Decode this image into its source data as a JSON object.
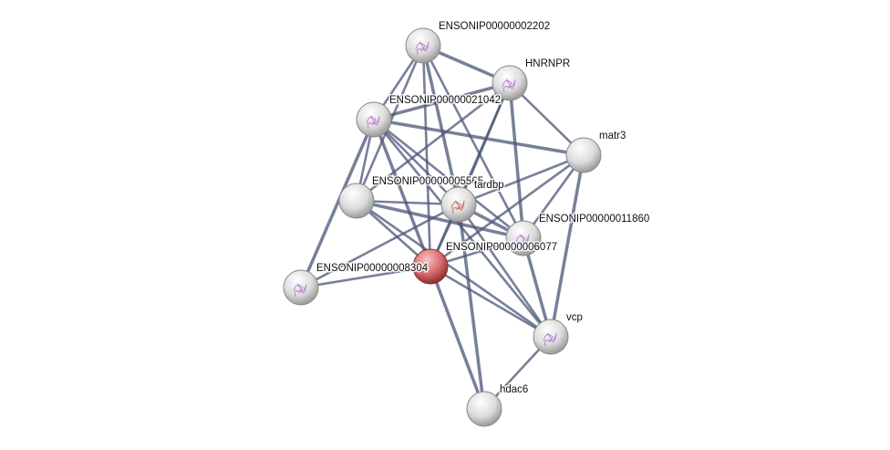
{
  "network": {
    "nodes": [
      {
        "id": "ENSONIP00000002202",
        "label": "ENSONIP00000002202",
        "query": false,
        "structure": true
      },
      {
        "id": "HNRNPR",
        "label": "HNRNPR",
        "query": false,
        "structure": true
      },
      {
        "id": "ENSONIP00000021042",
        "label": "ENSONIP00000021042",
        "query": false,
        "structure": true
      },
      {
        "id": "matr3",
        "label": "matr3",
        "query": false,
        "structure": false
      },
      {
        "id": "ENSONIP00000005565",
        "label": "ENSONIP00000005565",
        "query": false,
        "structure": false
      },
      {
        "id": "tardbp",
        "label": "tardbp",
        "query": false,
        "structure": true
      },
      {
        "id": "ENSONIP00000011860",
        "label": "ENSONIP00000011860",
        "query": false,
        "structure": true
      },
      {
        "id": "ENSONIP00000006077",
        "label": "ENSONIP00000006077",
        "query": true,
        "structure": false
      },
      {
        "id": "ENSONIP00000008304",
        "label": "ENSONIP00000008304",
        "query": false,
        "structure": true
      },
      {
        "id": "vcp",
        "label": "vcp",
        "query": false,
        "structure": true
      },
      {
        "id": "hdac6",
        "label": "hdac6",
        "query": false,
        "structure": false
      }
    ],
    "edges": [
      [
        "ENSONIP00000002202",
        "HNRNPR"
      ],
      [
        "ENSONIP00000002202",
        "ENSONIP00000021042"
      ],
      [
        "ENSONIP00000002202",
        "ENSONIP00000005565"
      ],
      [
        "ENSONIP00000002202",
        "tardbp"
      ],
      [
        "ENSONIP00000002202",
        "ENSONIP00000006077"
      ],
      [
        "ENSONIP00000002202",
        "ENSONIP00000011860"
      ],
      [
        "HNRNPR",
        "ENSONIP00000021042"
      ],
      [
        "HNRNPR",
        "matr3"
      ],
      [
        "HNRNPR",
        "tardbp"
      ],
      [
        "HNRNPR",
        "ENSONIP00000011860"
      ],
      [
        "HNRNPR",
        "ENSONIP00000006077"
      ],
      [
        "HNRNPR",
        "ENSONIP00000005565"
      ],
      [
        "ENSONIP00000021042",
        "matr3"
      ],
      [
        "ENSONIP00000021042",
        "ENSONIP00000005565"
      ],
      [
        "ENSONIP00000021042",
        "tardbp"
      ],
      [
        "ENSONIP00000021042",
        "ENSONIP00000006077"
      ],
      [
        "ENSONIP00000021042",
        "ENSONIP00000011860"
      ],
      [
        "ENSONIP00000021042",
        "vcp"
      ],
      [
        "ENSONIP00000021042",
        "ENSONIP00000008304"
      ],
      [
        "matr3",
        "tardbp"
      ],
      [
        "matr3",
        "ENSONIP00000011860"
      ],
      [
        "matr3",
        "vcp"
      ],
      [
        "matr3",
        "ENSONIP00000006077"
      ],
      [
        "ENSONIP00000005565",
        "tardbp"
      ],
      [
        "ENSONIP00000005565",
        "ENSONIP00000011860"
      ],
      [
        "ENSONIP00000005565",
        "ENSONIP00000006077"
      ],
      [
        "ENSONIP00000005565",
        "vcp"
      ],
      [
        "tardbp",
        "ENSONIP00000011860"
      ],
      [
        "tardbp",
        "ENSONIP00000006077"
      ],
      [
        "tardbp",
        "vcp"
      ],
      [
        "tardbp",
        "hdac6"
      ],
      [
        "tardbp",
        "ENSONIP00000008304"
      ],
      [
        "ENSONIP00000011860",
        "ENSONIP00000006077"
      ],
      [
        "ENSONIP00000011860",
        "vcp"
      ],
      [
        "ENSONIP00000006077",
        "ENSONIP00000008304"
      ],
      [
        "ENSONIP00000006077",
        "vcp"
      ],
      [
        "ENSONIP00000006077",
        "hdac6"
      ],
      [
        "vcp",
        "hdac6"
      ]
    ]
  },
  "colors": {
    "node": "#e8e8e8",
    "query_node": "#d66a6a",
    "edge": "#4a5577",
    "structure": "#b06ad0"
  }
}
